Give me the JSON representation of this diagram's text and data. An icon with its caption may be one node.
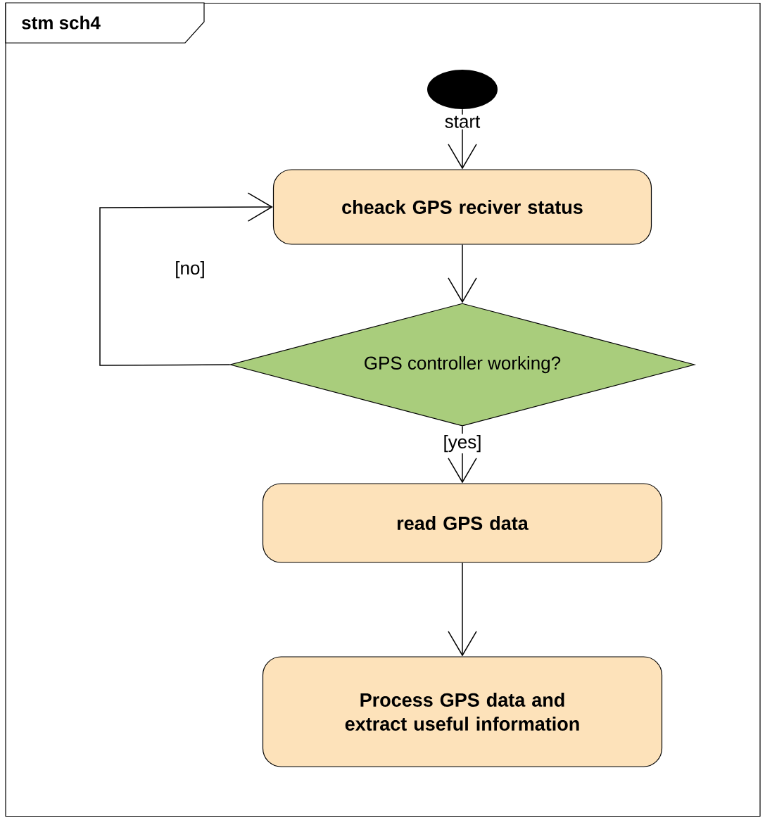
{
  "diagram": {
    "nodes": [
      {
        "text": [
          "stm sch4"
        ]
      },
      {
        "text": [],
        "shape": "circle",
        "beside": [
          "start"
        ],
        "in": 0
      },
      {
        "text": [
          "cheack GPS reciver status"
        ],
        "in": 0
      },
      {
        "text": [
          "GPS controller working?"
        ],
        "in": 0
      },
      {
        "text": [
          "read GPS data"
        ],
        "in": 0
      },
      {
        "text": [
          "Process GPS data and extract useful information"
        ],
        "in": 0
      }
    ],
    "edges": [
      {
        "from": 1,
        "to": 2,
        "arrow": "to"
      },
      {
        "from": 2,
        "to": 3,
        "arrow": "to"
      },
      {
        "from": 3,
        "to": 2,
        "arrow": "to",
        "label": "[no]"
      },
      {
        "from": 3,
        "to": 4,
        "arrow": "to",
        "label": "[yes]"
      },
      {
        "from": 4,
        "to": 5,
        "arrow": "to"
      }
    ]
  }
}
